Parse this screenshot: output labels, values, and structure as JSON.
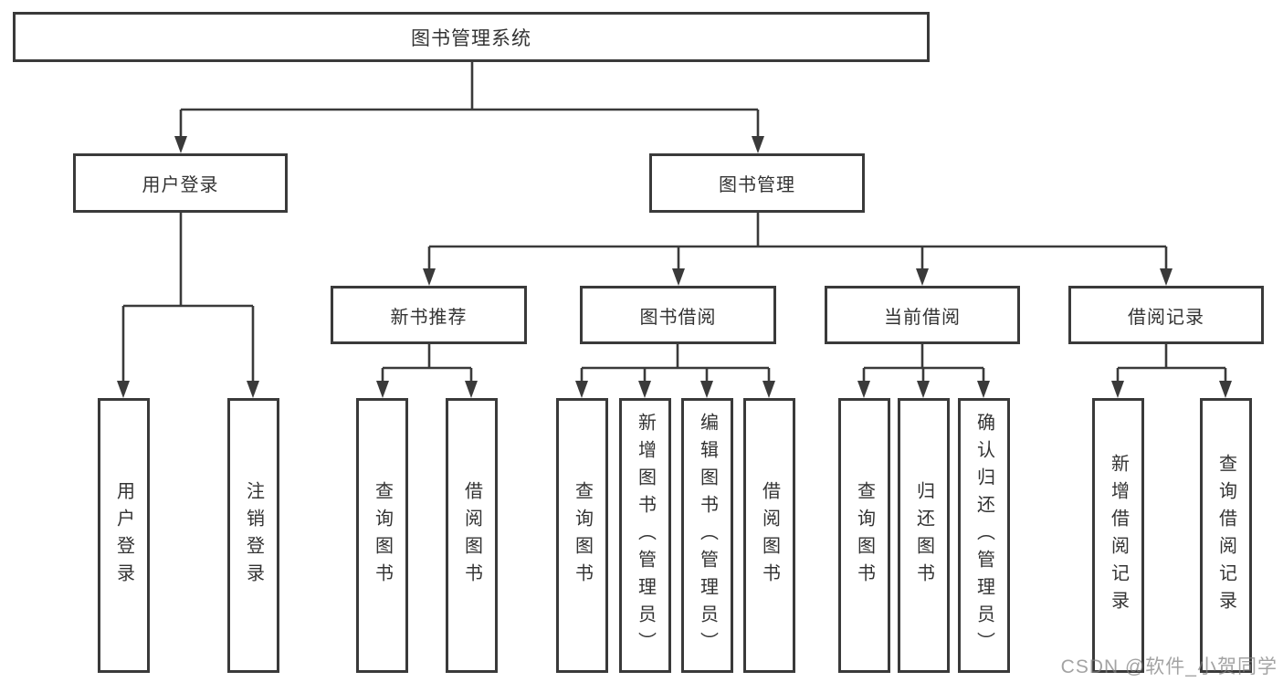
{
  "diagram": {
    "title_node": {
      "label": "图书管理系统"
    },
    "level2": [
      {
        "label": "用户登录"
      },
      {
        "label": "图书管理"
      }
    ],
    "level3": [
      {
        "label": "新书推荐"
      },
      {
        "label": "图书借阅"
      },
      {
        "label": "当前借阅"
      },
      {
        "label": "借阅记录"
      }
    ],
    "leaves": {
      "user_login": [
        {
          "label": "用户登录"
        },
        {
          "label": "注销登录"
        }
      ],
      "new_book": [
        {
          "label": "查询图书"
        },
        {
          "label": "借阅图书"
        }
      ],
      "book_borrow": [
        {
          "label": "查询图书"
        },
        {
          "label": "新增图书（管理员）"
        },
        {
          "label": "编辑图书（管理员）"
        },
        {
          "label": "借阅图书"
        }
      ],
      "current_borrow": [
        {
          "label": "查询图书"
        },
        {
          "label": "归还图书"
        },
        {
          "label": "确认归还（管理员）"
        }
      ],
      "borrow_records": [
        {
          "label": "新增借阅记录"
        },
        {
          "label": "查询借阅记录"
        }
      ]
    },
    "watermark": "CSDN @软件_小贺同学",
    "colors": {
      "line": "#3a3a3a",
      "text": "#333333",
      "background": "#ffffff",
      "watermark": "#808080"
    }
  }
}
